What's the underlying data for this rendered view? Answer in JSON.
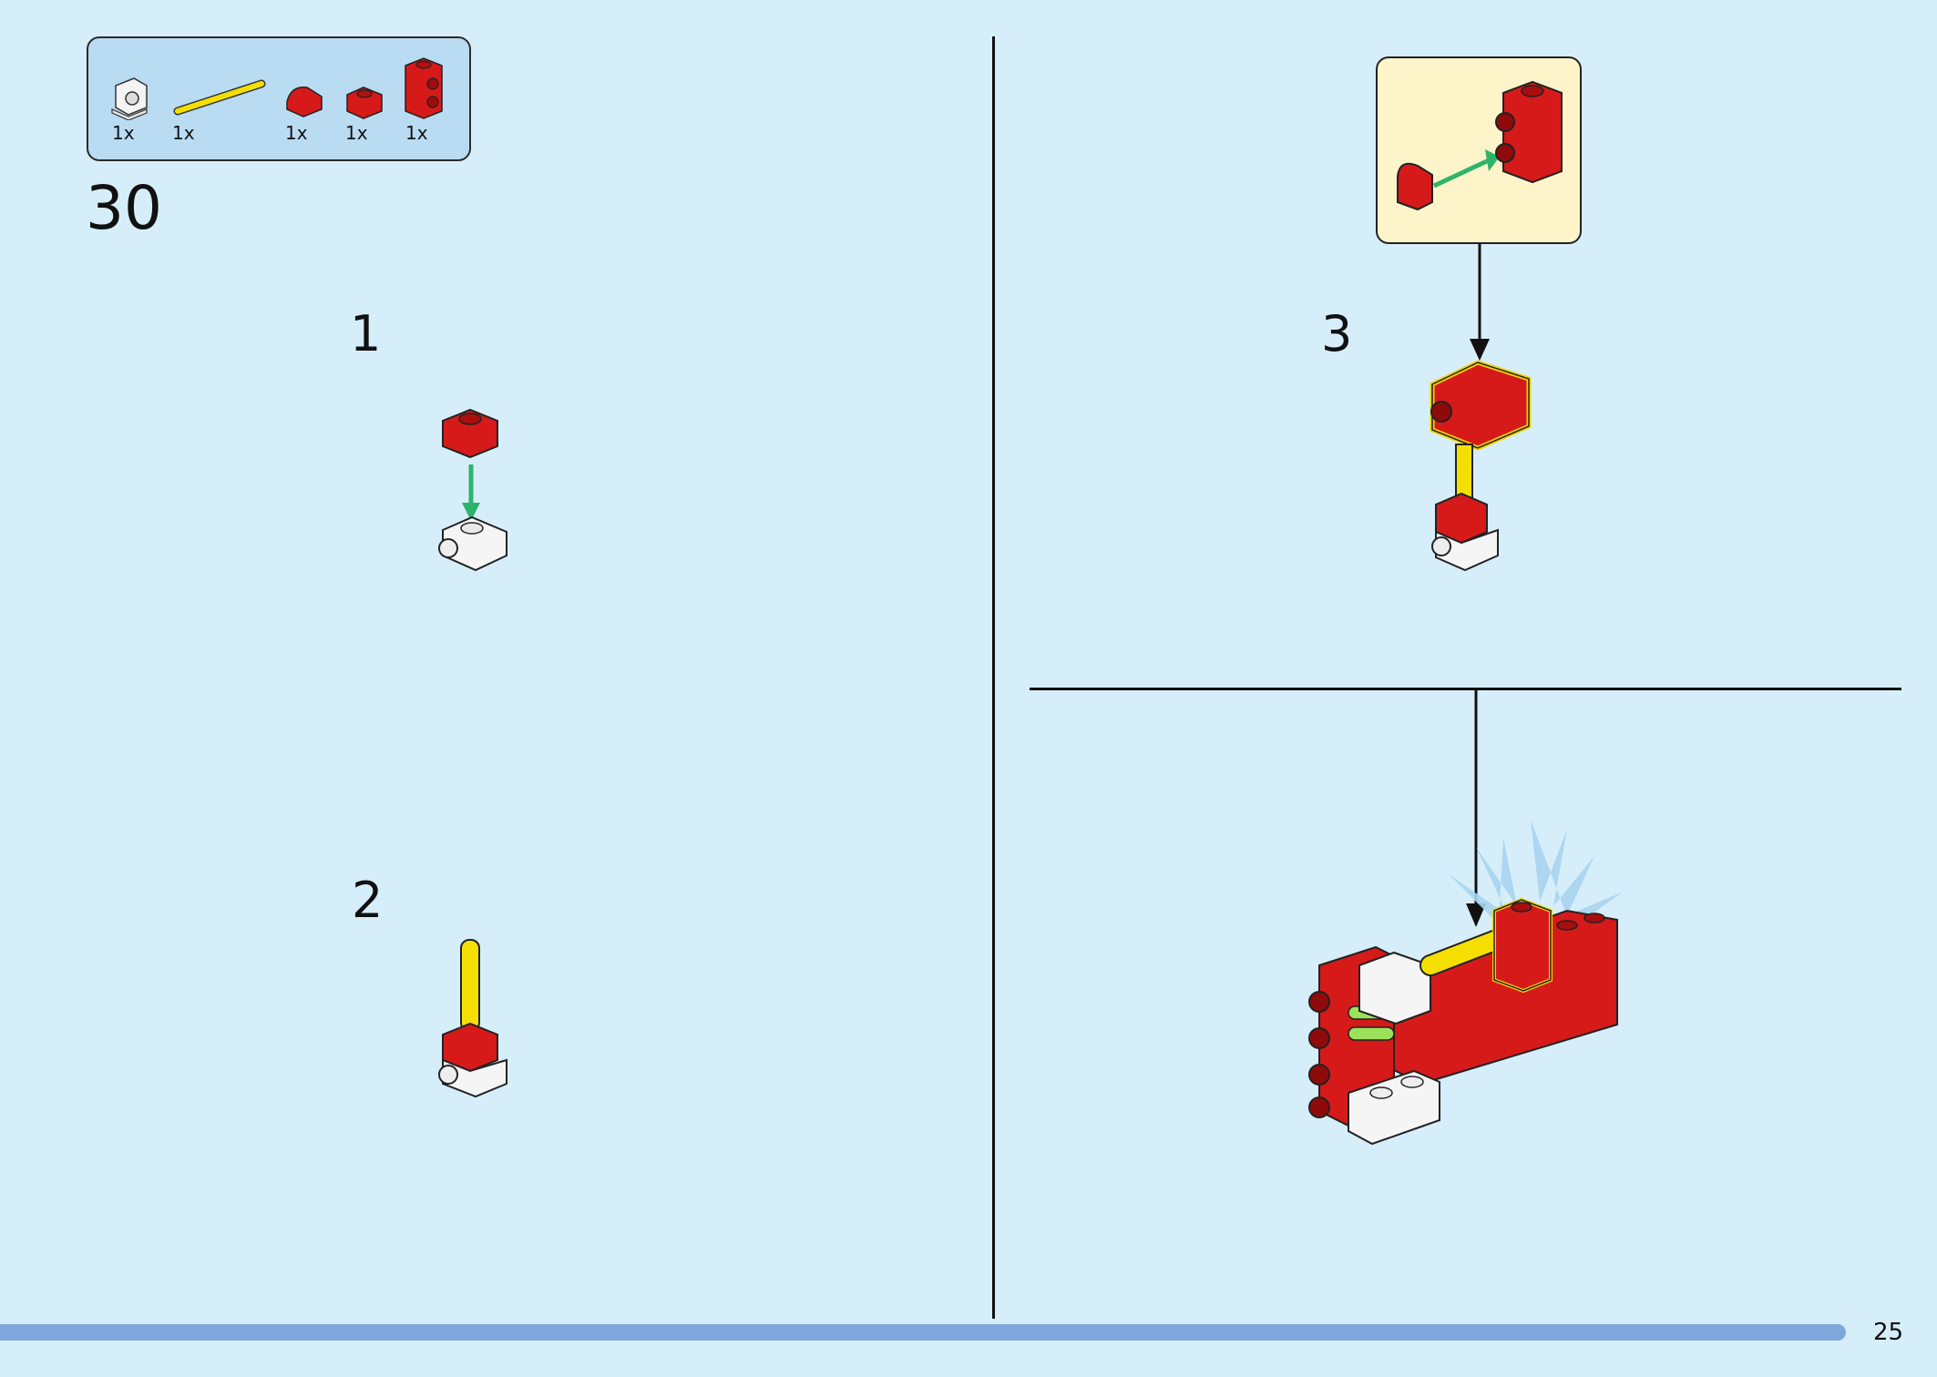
{
  "parts_list": {
    "items": [
      {
        "name": "white bracket plate",
        "qty": "1x"
      },
      {
        "name": "yellow bar",
        "qty": "1x"
      },
      {
        "name": "red curved slope",
        "qty": "1x"
      },
      {
        "name": "red plate 1x1",
        "qty": "1x"
      },
      {
        "name": "red brick with studs on side",
        "qty": "1x"
      }
    ]
  },
  "step": {
    "number": "30"
  },
  "substeps": [
    {
      "number": "1"
    },
    {
      "number": "2"
    },
    {
      "number": "3"
    }
  ],
  "page": {
    "number": "25"
  },
  "colors": {
    "background": "#d6eefa",
    "parts_panel": "#b9dcf3",
    "callout": "#fdf4c9",
    "brick_red": "#d61a1a",
    "bar_yellow": "#f5df00",
    "arrow_green": "#2db46a",
    "footer_bar": "#7fa7dc"
  }
}
